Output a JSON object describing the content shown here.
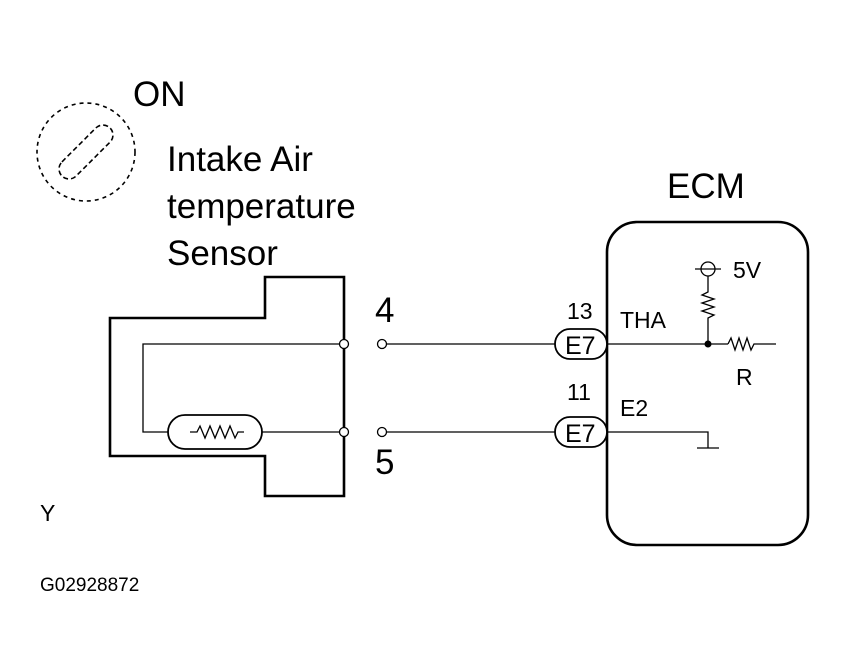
{
  "ignition": {
    "label": "ON"
  },
  "sensor": {
    "name_lines": [
      "Intake Air",
      "temperature",
      "Sensor"
    ]
  },
  "ecm": {
    "label": "ECM",
    "voltage": "5V",
    "resistor": "R"
  },
  "sensor_pins": {
    "top": "4",
    "bottom": "5"
  },
  "ecm_pins": [
    {
      "number": "13",
      "connector": "E7",
      "signal": "THA"
    },
    {
      "number": "11",
      "connector": "E7",
      "signal": "E2"
    }
  ],
  "footer": {
    "left_mark": "Y",
    "figure_code": "G02928872"
  }
}
